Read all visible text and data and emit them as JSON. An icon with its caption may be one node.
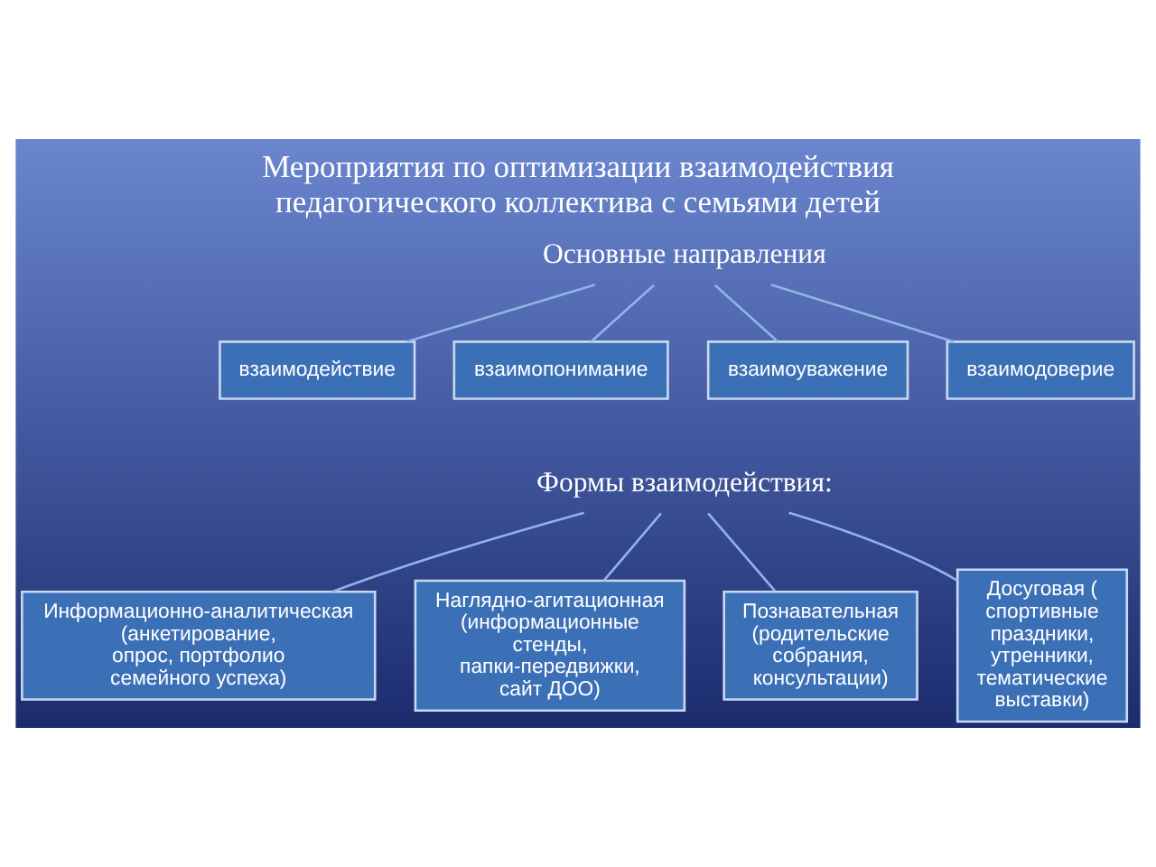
{
  "diagram": {
    "title": "Мероприятия по оптимизации взаимодействия педагогического коллектива с семьями детей",
    "nodes": [
      {
        "text": [
          "Основные направления"
        ]
      },
      {
        "text": [
          "взаимодействие"
        ]
      },
      {
        "text": [
          "взаимопонимание"
        ]
      },
      {
        "text": [
          "взаимоуважение"
        ]
      },
      {
        "text": [
          "взаимодоверие"
        ]
      },
      {
        "text": [
          "Формы взаимодействия:"
        ]
      },
      {
        "text": [
          "Информационно-аналитическая (анкетирование, опрос, портфолио семейного успеха)"
        ]
      },
      {
        "text": [
          "Наглядно-агитационная (информационные стенды, папки-передвижки, сайт ДОО)"
        ]
      },
      {
        "text": [
          "Познавательная (родительские собрания, консультации)"
        ]
      },
      {
        "text": [
          "Досуговая ( спортивные праздники, утренники, тематические выставки)"
        ]
      }
    ],
    "edges": [
      {
        "from": 0,
        "to": 1,
        "arrow": "none"
      },
      {
        "from": 0,
        "to": 2,
        "arrow": "none"
      },
      {
        "from": 0,
        "to": 3,
        "arrow": "none"
      },
      {
        "from": 0,
        "to": 4,
        "arrow": "none"
      },
      {
        "from": 5,
        "to": 6,
        "arrow": "none"
      },
      {
        "from": 5,
        "to": 7,
        "arrow": "none"
      },
      {
        "from": 5,
        "to": 8,
        "arrow": "none"
      },
      {
        "from": 5,
        "to": 9,
        "arrow": "none"
      }
    ]
  }
}
